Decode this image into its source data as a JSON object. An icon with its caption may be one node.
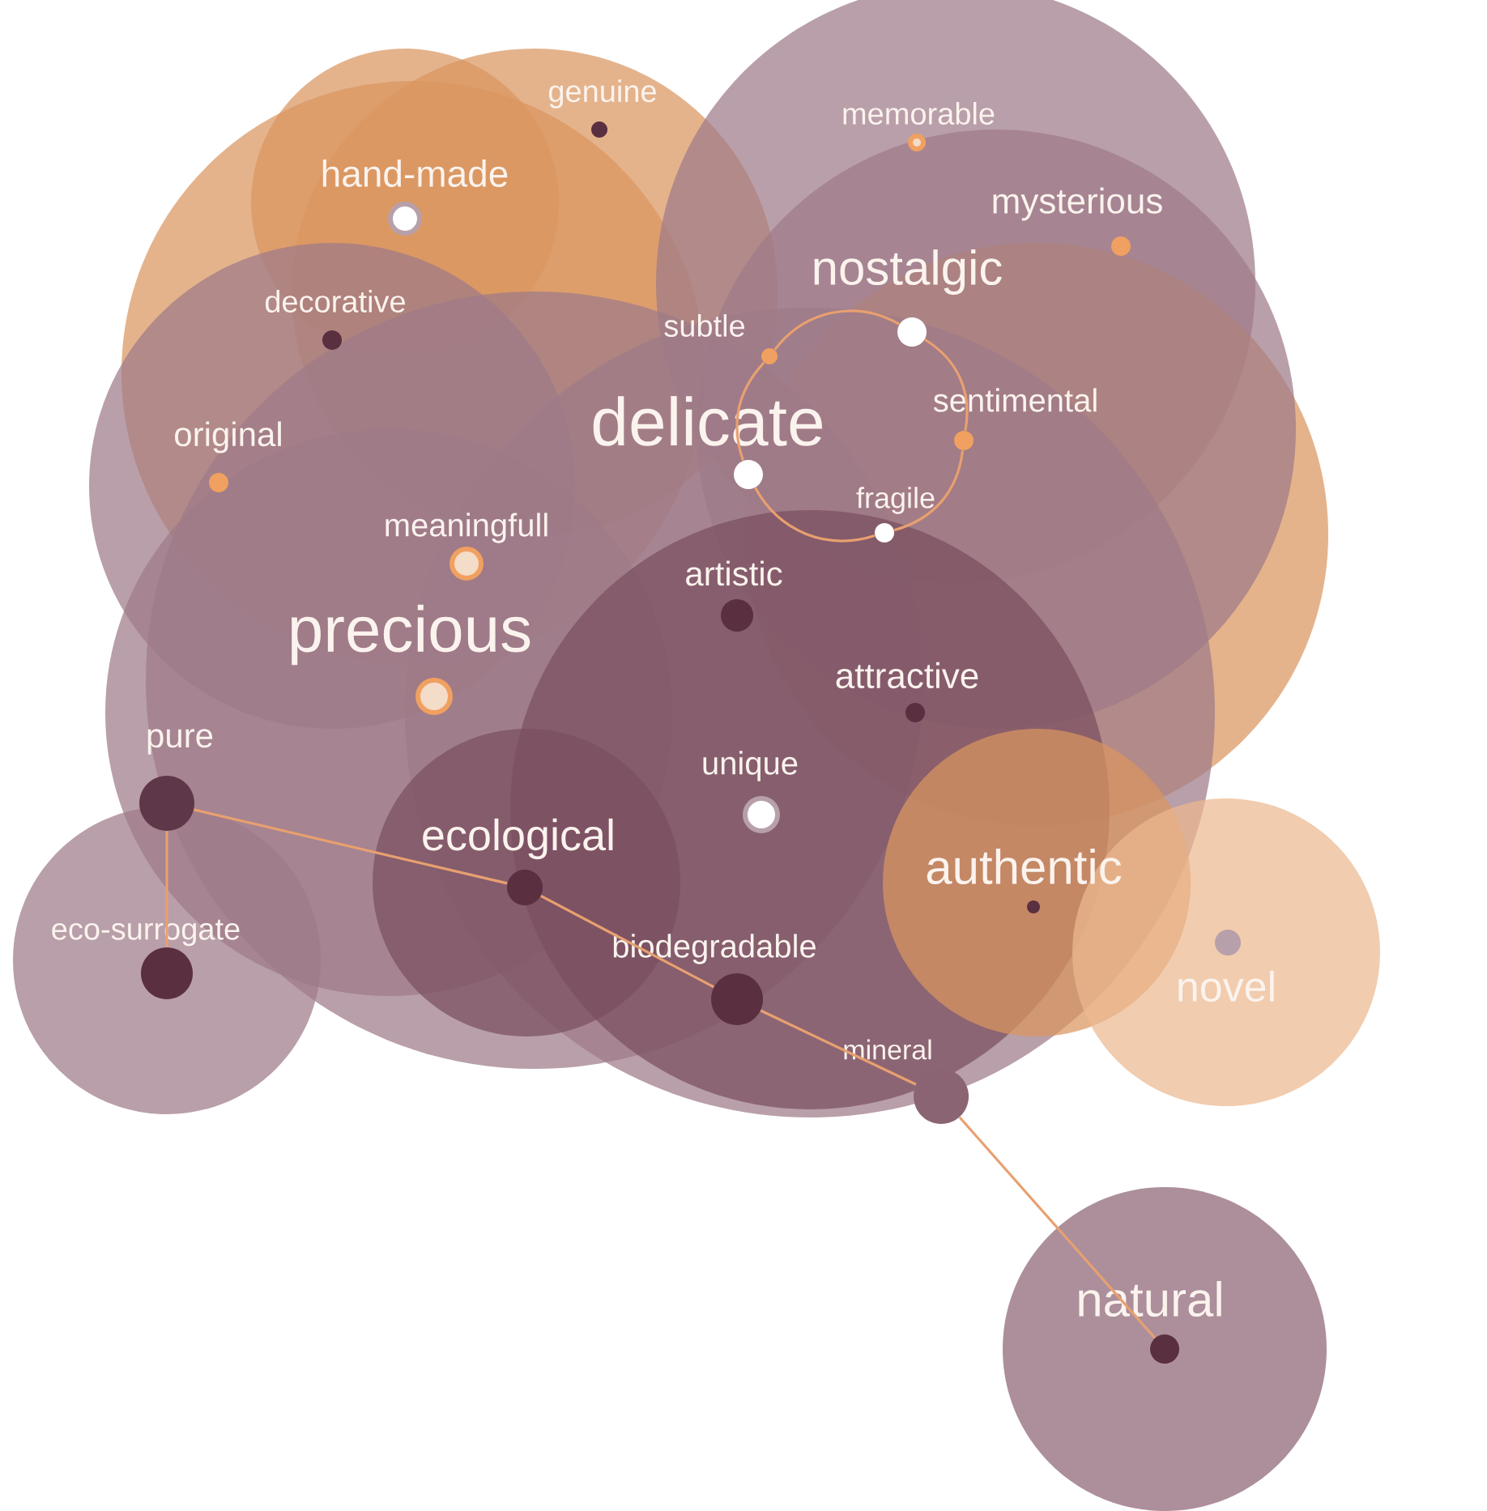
{
  "diagram": {
    "nodes": [
      {
        "text": [],
        "shape": "circle",
        "beside": [
          "genuine"
        ]
      },
      {
        "text": [],
        "shape": "circle",
        "beside": [
          "memorable"
        ]
      },
      {
        "text": [],
        "shape": "circle",
        "beside": [
          "hand-made"
        ]
      },
      {
        "text": [],
        "shape": "circle",
        "beside": [
          "mysterious"
        ]
      },
      {
        "text": [],
        "shape": "circle",
        "beside": [
          "nostalgic"
        ]
      },
      {
        "text": [],
        "shape": "circle",
        "beside": [
          "decorative"
        ]
      },
      {
        "text": [],
        "shape": "circle",
        "beside": [
          "subtle"
        ]
      },
      {
        "text": [],
        "shape": "circle",
        "beside": [
          "sentimental"
        ]
      },
      {
        "text": [],
        "shape": "circle",
        "beside": [
          "delicate"
        ]
      },
      {
        "text": [],
        "shape": "circle",
        "beside": [
          "original"
        ]
      },
      {
        "text": [],
        "shape": "circle",
        "beside": [
          "fragile"
        ]
      },
      {
        "text": [],
        "shape": "circle",
        "beside": [
          "meaningfull"
        ]
      },
      {
        "text": [],
        "shape": "circle",
        "beside": [
          "artistic"
        ]
      },
      {
        "text": [],
        "shape": "circle",
        "beside": [
          "precious"
        ]
      },
      {
        "text": [],
        "shape": "circle",
        "beside": [
          "attractive"
        ]
      },
      {
        "text": [],
        "shape": "circle",
        "beside": [
          "pure"
        ]
      },
      {
        "text": [],
        "shape": "circle",
        "beside": [
          "unique"
        ]
      },
      {
        "text": [],
        "shape": "circle",
        "beside": [
          "ecological"
        ]
      },
      {
        "text": [],
        "shape": "circle",
        "beside": [
          "authentic"
        ]
      },
      {
        "text": [],
        "shape": "circle",
        "beside": [
          "eco-surrogate"
        ]
      },
      {
        "text": [],
        "shape": "circle",
        "beside": [
          "biodegradable"
        ]
      },
      {
        "text": [],
        "shape": "circle",
        "beside": [
          "novel"
        ]
      },
      {
        "text": [],
        "shape": "circle",
        "beside": [
          "mineral"
        ]
      },
      {
        "text": [],
        "shape": "circle",
        "beside": [
          "natural"
        ]
      }
    ],
    "edges": [
      {
        "from": 15,
        "to": 17,
        "arrow": "none"
      },
      {
        "from": 17,
        "to": 20,
        "arrow": "none"
      },
      {
        "from": 20,
        "to": 22,
        "arrow": "none"
      },
      {
        "from": 22,
        "to": 23,
        "arrow": "none"
      },
      {
        "from": 15,
        "to": 19,
        "arrow": "none"
      },
      {
        "from": 6,
        "to": 4,
        "arrow": "none"
      },
      {
        "from": 4,
        "to": 7,
        "arrow": "none"
      },
      {
        "from": 7,
        "to": 10,
        "arrow": "none"
      },
      {
        "from": 10,
        "to": 8,
        "arrow": "none"
      },
      {
        "from": 8,
        "to": 6,
        "arrow": "none"
      }
    ]
  }
}
